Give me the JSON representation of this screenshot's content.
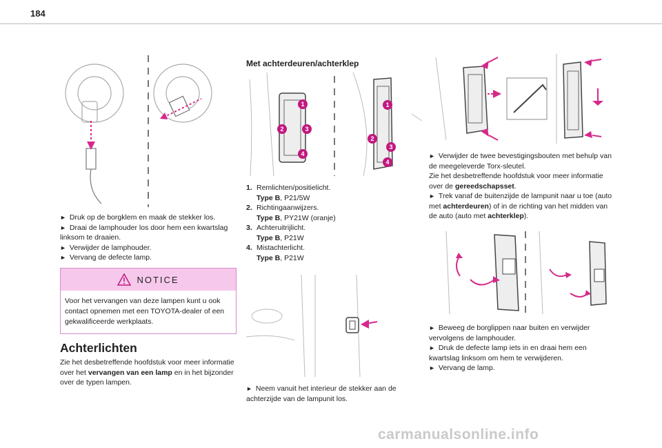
{
  "page": {
    "number": "184"
  },
  "left": {
    "steps": [
      "Druk op de borgklem en maak de stekker los.",
      "Draai de lamphouder los door hem een kwartslag linksom te draaien.",
      "Verwijder de lamphouder.",
      "Vervang de defecte lamp."
    ],
    "notice_title": "NOTICE",
    "notice_text": "Voor het vervangen van deze lampen kunt u ook contact opnemen met een TOYOTA-dealer of een gekwalificeerde werkplaats.",
    "section_title": "Achterlichten",
    "section_text_1": "Zie het desbetreffende hoofdstuk voor meer informatie over het ",
    "section_text_bold": "vervangen van een lamp",
    "section_text_2": " en in het bijzonder over de typen lampen."
  },
  "middle": {
    "title": "Met achterdeuren/achterklep",
    "items": [
      {
        "num": "1.",
        "label": "Remlichten/positielicht.",
        "type_label": "Type B",
        "type_value": ", P21/5W"
      },
      {
        "num": "2.",
        "label": "Richtingaanwijzers.",
        "type_label": "Type B",
        "type_value": ", PY21W (oranje)"
      },
      {
        "num": "3.",
        "label": "Achteruitrijlicht.",
        "type_label": "Type B",
        "type_value": ", P21W"
      },
      {
        "num": "4.",
        "label": "Mistachterlicht.",
        "type_label": "Type B",
        "type_value": ", P21W"
      }
    ],
    "callouts": [
      "1",
      "2",
      "3",
      "4"
    ],
    "step": "Neem vanuit het interieur de stekker aan de achterzijde van de lampunit los."
  },
  "right": {
    "step1": "Verwijder de twee bevestigingsbouten met behulp van de meegeleverde Torx-sleutel.",
    "step1_see_1": "Zie het desbetreffende hoofdstuk voor meer informatie over de ",
    "step1_see_bold": "gereedschapsset",
    "step1_see_2": ".",
    "step2_1": "Trek vanaf de buitenzijde de lampunit naar u toe (auto met ",
    "step2_bold1": "achterdeuren",
    "step2_2": ") of in de richting van het midden van de auto (auto met ",
    "step2_bold2": "achterklep",
    "step2_3": ").",
    "steps_bottom": [
      "Beweeg de borglippen naar buiten en verwijder vervolgens de lamphouder.",
      "Druk de defecte lamp iets in en draai hem een kwartslag linksom om hem te verwijderen.",
      "Vervang de lamp."
    ]
  },
  "watermark": "carmanualsonline.info",
  "colors": {
    "accent": "#c2187f",
    "notice_bg": "#f6c9ec",
    "arrow": "#d6288a"
  }
}
